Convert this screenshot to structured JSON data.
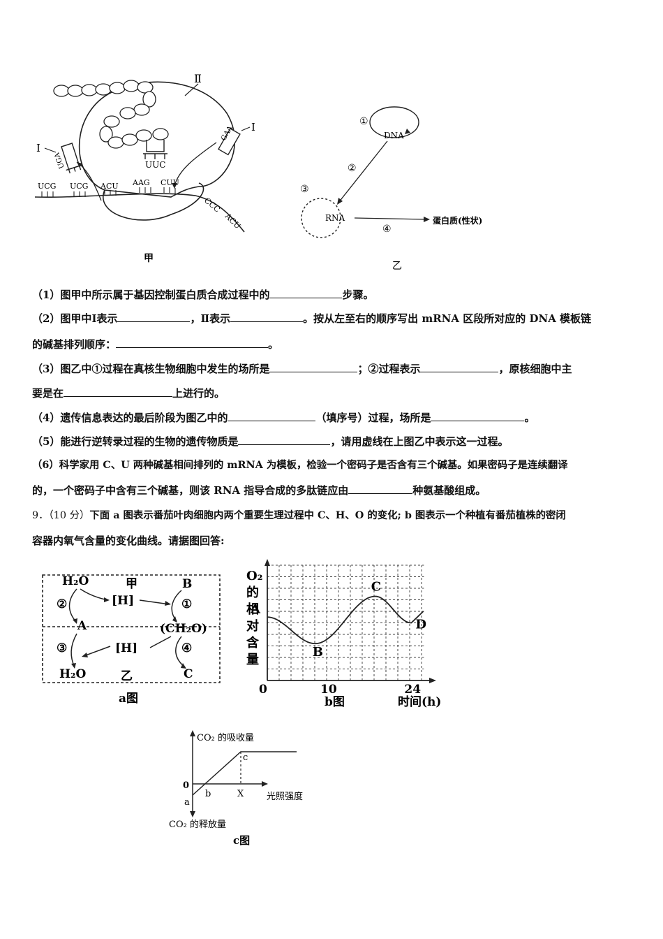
{
  "fig_jia": {
    "label_II": "Ⅱ",
    "label_I_left": "Ⅰ",
    "label_I_right": "Ⅰ",
    "anticodon_left": "UGA",
    "anticodon_center": "UUC",
    "anticodon_right": "GAA",
    "codons": [
      "UCG",
      "UCG",
      "ACU",
      "AAG",
      "CUU",
      "CCC",
      "ACU"
    ],
    "caption": "甲"
  },
  "fig_yi": {
    "step1": "①",
    "step2": "②",
    "step3": "③",
    "step4": "④",
    "dna": "DNA",
    "rna": "RNA",
    "protein": "蛋白质(性状)",
    "caption": "乙"
  },
  "questions": {
    "q1": {
      "a": "（1）图甲中所示属于基因控制蛋白质合成过程中的",
      "b": "步骤。"
    },
    "q2": {
      "a": "（2）图甲中Ⅰ表示",
      "b": "，Ⅱ表示",
      "c": "。按从左至右的顺序写出 mRNA 区段所对应的 DNA 模板链",
      "d": "的碱基排列顺序：",
      "e": "。"
    },
    "q3": {
      "a": "（3）图乙中①过程在真核生物细胞中发生的场所是",
      "b": "；②过程表示",
      "c": "，原核细胞中主",
      "d": "要是在",
      "e": "上进行的。"
    },
    "q4": {
      "a": "（4）遗传信息表达的最后阶段为图乙中的",
      "b": "（填序号）过程，场所是",
      "c": "。"
    },
    "q5": {
      "a": "（5）能进行逆转录过程的生物的遗传物质是",
      "b": "，请用虚线在上图乙中表示这一过程。"
    },
    "q6": {
      "a": "（6）科学家用 C、U 两种碱基相间排列的 mRNA 为模板，检验一个密码子是否含有三个碱基。如果密码子是连续翻译",
      "b": "的，一个密码子中含有三个碱基，则该 RNA 指导合成的多肽链应由",
      "c": "种氨基酸组成。"
    },
    "q9": {
      "num": "9．（10 分）",
      "a": "下面 a 图表示番茄叶肉细胞内两个重要生理过程中 C、H、O 的变化; b 图表示一个种植有番茄植株的密闭",
      "b": "容器内氧气含量的变化曲线。请据图回答:"
    }
  },
  "fig_a": {
    "h2o_top": "H₂O",
    "jia": "甲",
    "B": "B",
    "c2": "②",
    "H_top": "[H]",
    "c1": "①",
    "A": "A",
    "ch2o": "(CH₂O)",
    "c3": "③",
    "H_bottom": "[H]",
    "c4": "④",
    "h2o_bottom": "H₂O",
    "yi": "乙",
    "C": "C",
    "caption": "a图"
  },
  "fig_b": {
    "ylabel": [
      "O₂",
      "的",
      "相",
      "对",
      "含",
      "量"
    ],
    "x_ticks": [
      "0",
      "10",
      "24"
    ],
    "points": [
      "A",
      "B",
      "C",
      "D"
    ],
    "xlabel": "时间(h)",
    "caption": "b图",
    "curve": {
      "x": [
        0,
        8,
        18,
        24
      ],
      "y": [
        5.5,
        3.2,
        7.3,
        5.0
      ],
      "point_labels": [
        "A",
        "B",
        "C",
        "D"
      ]
    }
  },
  "fig_c": {
    "ylabel_top": "CO₂ 的吸收量",
    "ylabel_bottom": "CO₂ 的释放量",
    "xlabel": "光照强度",
    "zero": "0",
    "a": "a",
    "b": "b",
    "X": "X",
    "c": "c",
    "caption": "c图"
  }
}
